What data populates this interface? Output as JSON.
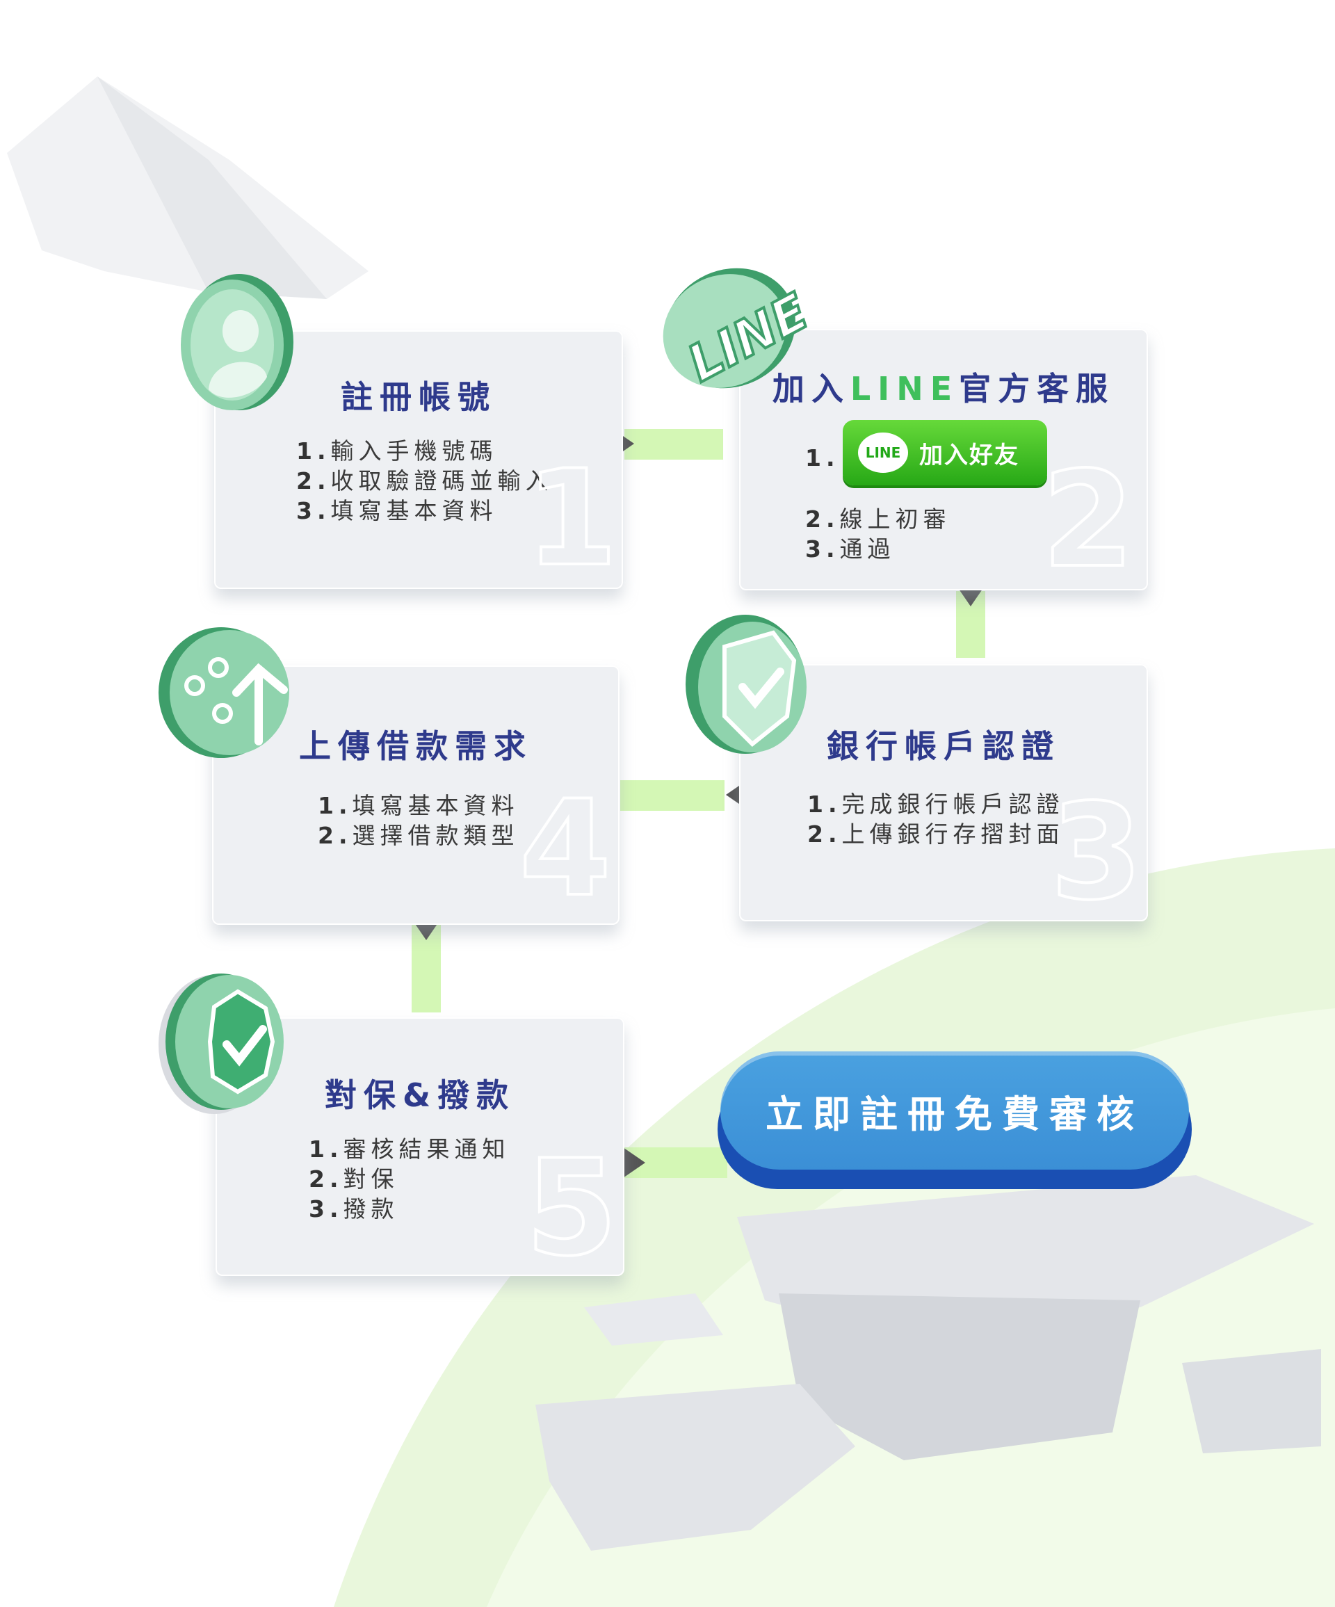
{
  "steps": [
    {
      "title": "註冊帳號",
      "number": "1",
      "items": [
        {
          "num": "1.",
          "text": "輸入手機號碼"
        },
        {
          "num": "2.",
          "text": "收取驗證碼並輸入"
        },
        {
          "num": "3.",
          "text": "填寫基本資料"
        }
      ]
    },
    {
      "title_pre": "加入",
      "title_line": "LINE",
      "title_post": "官方客服",
      "number": "2",
      "line_button": {
        "badge": "LINE",
        "label": "加入好友"
      },
      "items": [
        {
          "num": "1.",
          "text": ""
        },
        {
          "num": "2.",
          "text": "線上初審"
        },
        {
          "num": "3.",
          "text": "通過"
        }
      ]
    },
    {
      "title": "銀行帳戶認證",
      "number": "3",
      "items": [
        {
          "num": "1.",
          "text": "完成銀行帳戶認證"
        },
        {
          "num": "2.",
          "text": "上傳銀行存摺封面"
        }
      ]
    },
    {
      "title": "上傳借款需求",
      "number": "4",
      "items": [
        {
          "num": "1.",
          "text": "填寫基本資料"
        },
        {
          "num": "2.",
          "text": "選擇借款類型"
        }
      ]
    },
    {
      "title": "對保&撥款",
      "number": "5",
      "items": [
        {
          "num": "1.",
          "text": "審核結果通知"
        },
        {
          "num": "2.",
          "text": "對保"
        },
        {
          "num": "3.",
          "text": "撥款"
        }
      ]
    }
  ],
  "icons": [
    "user-icon",
    "line-logo-icon",
    "shield-check-icon",
    "upload-icon",
    "badge-check-icon"
  ],
  "cta": {
    "label": "立即註冊免費審核"
  },
  "colors": {
    "title": "#2e3a8c",
    "line_green": "#3fbf5c",
    "cta_blue": "#3b8fd6",
    "connector": "#d4f7b5"
  }
}
